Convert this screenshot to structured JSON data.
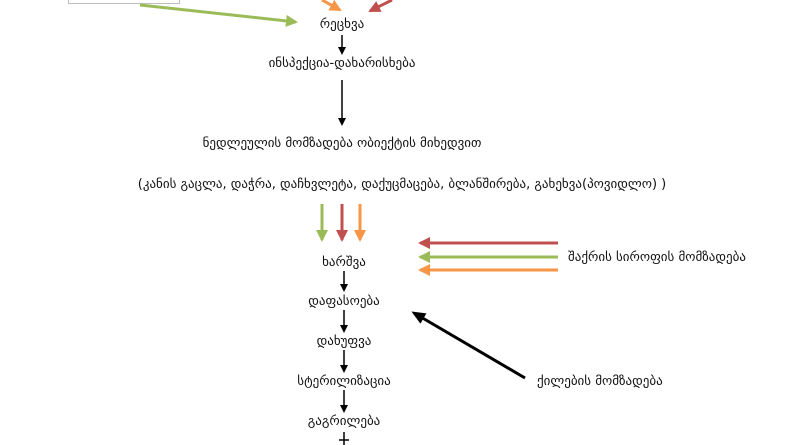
{
  "colors": {
    "green": "#9bbb59",
    "red": "#c0504d",
    "orange": "#f79646",
    "black": "#000000",
    "box_border": "#bdbdbd"
  },
  "steps": {
    "rechva": "რეცხვა",
    "inspection": "ინსპექცია-დახარისხება",
    "raw_prep": "ნედლეულის მომზადება ობიექტის მიხედვით",
    "raw_prep_methods": "(კანის გაცლა, დაჭრა, დაჩხვლეტა, დაქუცმაცება, ბლანშირება, გახეხვა(პოვიდლო) )",
    "kharshva": "ხარშვა",
    "dafasoeba": "დაფასოება",
    "daxufva": "დახუფვა",
    "sterilization": "სტერილიზაცია",
    "cooling": "გაგრილება"
  },
  "side_inputs": {
    "syrup": "შაქრის სიროფის მომზადება",
    "lids": "ქილების მომზადება"
  }
}
